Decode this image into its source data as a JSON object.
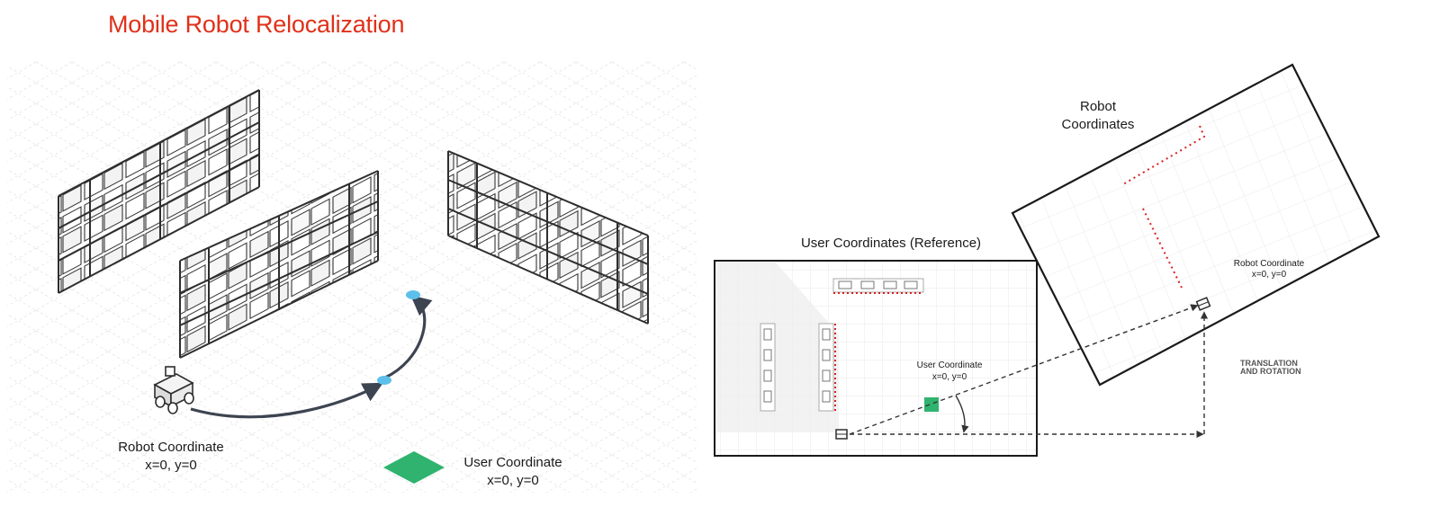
{
  "title": "Mobile Robot Relocalization",
  "left_scene": {
    "robot_label_line1": "Robot Coordinate",
    "robot_label_line2": "x=0, y=0",
    "user_label_line1": "User Coordinate",
    "user_label_line2": "x=0, y=0"
  },
  "right_scene": {
    "user_frame_title": "User Coordinates (Reference)",
    "robot_frame_title_line1": "Robot",
    "robot_frame_title_line2": "Coordinates",
    "robot_point_line1": "Robot Coordinate",
    "robot_point_line2": "x=0, y=0",
    "user_point_line1": "User Coordinate",
    "user_point_line2": "x=0, y=0",
    "transform_line1": "TRANSLATION",
    "transform_line2": "AND ROTATION"
  },
  "colors": {
    "title": "#e0311a",
    "user_marker": "#2fb36f",
    "robot_path": "#d92020",
    "waypoint": "#5cc0ea",
    "trajectory": "#3d4451"
  }
}
